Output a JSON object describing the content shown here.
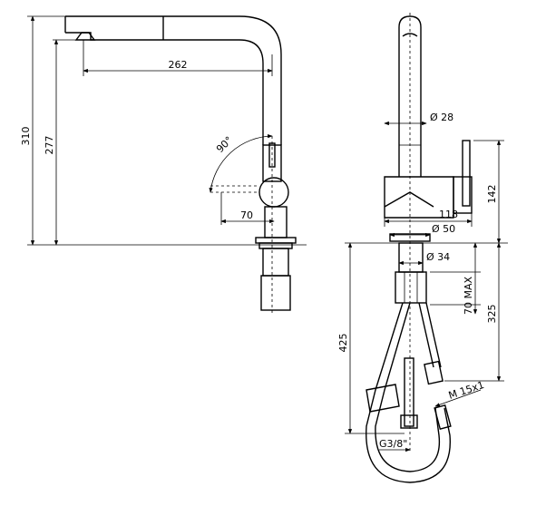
{
  "dimensions": {
    "d310": "310",
    "d277": "277",
    "d262": "262",
    "d90": "90°",
    "d70a": "70",
    "d28": "Ø 28",
    "d142": "142",
    "d118": "118",
    "d50": "Ø 50",
    "d34": "Ø 34",
    "d70max": "70 MAX",
    "d325": "325",
    "d425": "425",
    "m15": "M 15x1",
    "g38": "G3/8\""
  }
}
